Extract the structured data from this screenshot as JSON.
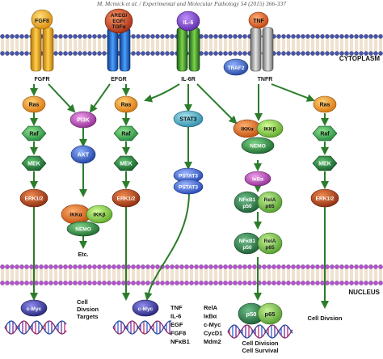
{
  "header": "M. Mcmick et al. / Experimental and Molecular Pathology 54 (2015) 366-337",
  "compartments": {
    "cytoplasm": "CYTOPLASM",
    "nucleus": "NUCLEUS"
  },
  "ligands": {
    "fgf8": "FGF8",
    "egfr_ligands": [
      "AREG/",
      "EGF/",
      "TGFα"
    ],
    "il6": "IL-6",
    "tnf": "TNF"
  },
  "receptors": {
    "fgfr": "FGFR",
    "egfr": "EFGR",
    "il6r": "IL-6R",
    "tnfr": "TNFR"
  },
  "adaptor": "TRAF2",
  "col_fgfr": [
    "Ras",
    "Raf",
    "MEK",
    "ERK1/2"
  ],
  "col_egfr": [
    "Ras",
    "Raf",
    "MEK",
    "ERK1/2"
  ],
  "col_tnfr_right": [
    "Ras",
    "Raf",
    "MEK",
    "ERK1/2"
  ],
  "pi3k": "PI3K",
  "akt": "AKT",
  "ikk_left": {
    "a": "IKKα",
    "b": "IKKβ",
    "nemo": "NEMO"
  },
  "etc": "Etc.",
  "stat3": "STAT3",
  "pstat3": [
    "PSTAT3",
    "PSTAT3"
  ],
  "ikk_right": {
    "a": "IKKα",
    "b": "IKKβ",
    "nemo": "NEMO"
  },
  "ikba": "IκBα",
  "nfkb1": {
    "a": "NFκB1",
    "b": "p50"
  },
  "rela1": {
    "a": "RelA",
    "b": "p65"
  },
  "nfkb2": {
    "a": "NFκB1",
    "b": "p50"
  },
  "rela2": {
    "a": "RelA",
    "b": "p65"
  },
  "nucleus_items": {
    "cmyc_left": "c-Myc",
    "cmyc_mid": "c-Myc",
    "targets_left": [
      "Cell",
      "Divsion",
      "Targets"
    ],
    "gene_col1": [
      "TNF",
      "IL-6",
      "EGF",
      "FGF8",
      "NFκB1"
    ],
    "gene_col2": [
      "RelA",
      "IκBα",
      "c-Myc",
      "CycD1",
      "Mdm2"
    ],
    "p50": "p50",
    "p65": "p65",
    "outcome_center": [
      "Cell Division",
      "Cell Survival"
    ],
    "outcome_right": "Cell Divsion"
  },
  "colors": {
    "membrane_head": "#4a55b0",
    "membrane_head2": "#f0c419",
    "ras": "#e88b16",
    "raf": "#2fa34a",
    "mek": "#1d7d3b",
    "erk": "#b2401d",
    "pi3k": "#b13bb0",
    "akt": "#2b59c9",
    "ikk_a": "#e06c1a",
    "ikk_b": "#8fd14a",
    "nemo": "#2b8a3d",
    "stat3": "#4fb0c6",
    "pstat3": "#3a6bd6",
    "nfkb": "#2f7d4e",
    "rela": "#75c24c",
    "cmyc": "#3b3a93",
    "arrow": "#2b7d2b"
  }
}
